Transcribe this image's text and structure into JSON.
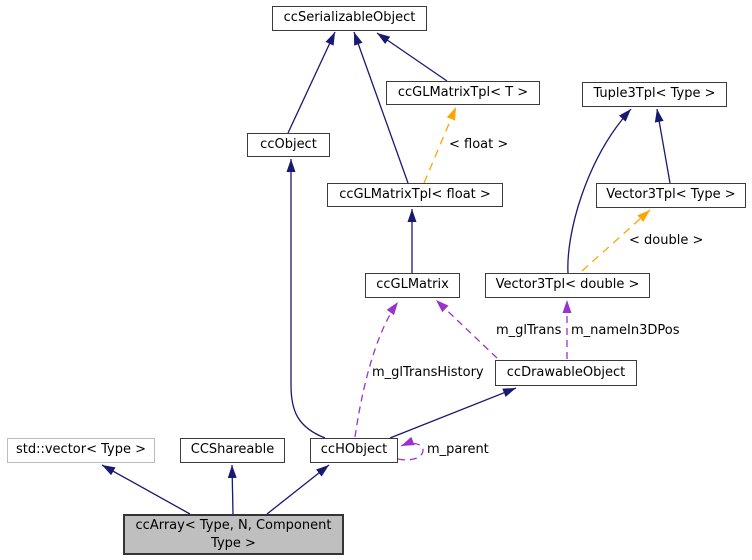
{
  "diagram": {
    "kind": "class-collaboration-graph",
    "colors": {
      "background": "#ffffff",
      "inheritance_edge": "#191970",
      "usage_edge": "#9a32cd",
      "template_edge": "#ffa500",
      "node_fill": "#ffffff",
      "node_border": "#3b3b3b",
      "external_node_border": "#bcbcbc",
      "current_node_fill": "#bfbfbf",
      "text": "#000000"
    },
    "nodes": {
      "ccSerializableObject": {
        "label": "ccSerializableObject"
      },
      "ccGLMatrixTpl_T": {
        "label": "ccGLMatrixTpl< T >"
      },
      "Tuple3Tpl_Type": {
        "label": "Tuple3Tpl< Type >"
      },
      "ccObject": {
        "label": "ccObject"
      },
      "ccGLMatrixTpl_float": {
        "label": "ccGLMatrixTpl< float >"
      },
      "Vector3Tpl_Type": {
        "label": "Vector3Tpl< Type >"
      },
      "ccGLMatrix": {
        "label": "ccGLMatrix"
      },
      "Vector3Tpl_double": {
        "label": "Vector3Tpl< double >"
      },
      "ccDrawableObject": {
        "label": "ccDrawableObject"
      },
      "std_vector_Type": {
        "label": "std::vector< Type >"
      },
      "CCShareable": {
        "label": "CCShareable"
      },
      "ccHObject": {
        "label": "ccHObject"
      },
      "ccArray": {
        "label": "ccArray< Type, N, Component Type >",
        "label_lines": [
          "ccArray< Type, N, Component",
          "Type >"
        ]
      }
    },
    "edges": [
      {
        "from": "ccObject",
        "to": "ccSerializableObject",
        "type": "public-inheritance"
      },
      {
        "from": "ccGLMatrixTpl< float >",
        "to": "ccSerializableObject",
        "type": "public-inheritance"
      },
      {
        "from": "ccGLMatrixTpl< T >",
        "to": "ccSerializableObject",
        "type": "public-inheritance"
      },
      {
        "from": "ccGLMatrixTpl< float >",
        "to": "ccGLMatrixTpl< T >",
        "type": "template-instantiation",
        "label": "< float >"
      },
      {
        "from": "ccGLMatrix",
        "to": "ccGLMatrixTpl< float >",
        "type": "public-inheritance"
      },
      {
        "from": "Vector3Tpl< Type >",
        "to": "Tuple3Tpl< Type >",
        "type": "public-inheritance"
      },
      {
        "from": "Vector3Tpl< double >",
        "to": "Tuple3Tpl< Type >",
        "type": "public-inheritance"
      },
      {
        "from": "Vector3Tpl< double >",
        "to": "Vector3Tpl< Type >",
        "type": "template-instantiation",
        "label": "< double >"
      },
      {
        "from": "ccHObject",
        "to": "ccObject",
        "type": "public-inheritance"
      },
      {
        "from": "ccHObject",
        "to": "ccDrawableObject",
        "type": "public-inheritance"
      },
      {
        "from": "ccDrawableObject",
        "to": "ccGLMatrix",
        "type": "usage",
        "label": "m_glTrans"
      },
      {
        "from": "ccDrawableObject",
        "to": "Vector3Tpl< double >",
        "type": "usage",
        "label": "m_nameIn3DPos"
      },
      {
        "from": "ccHObject",
        "to": "ccGLMatrix",
        "type": "usage",
        "label": "m_glTransHistory"
      },
      {
        "from": "ccHObject",
        "to": "ccHObject",
        "type": "usage",
        "label": "m_parent"
      },
      {
        "from": "ccArray< Type, N, Component Type >",
        "to": "std::vector< Type >",
        "type": "public-inheritance"
      },
      {
        "from": "ccArray< Type, N, Component Type >",
        "to": "CCShareable",
        "type": "public-inheritance"
      },
      {
        "from": "ccArray< Type, N, Component Type >",
        "to": "ccHObject",
        "type": "public-inheritance"
      }
    ]
  }
}
